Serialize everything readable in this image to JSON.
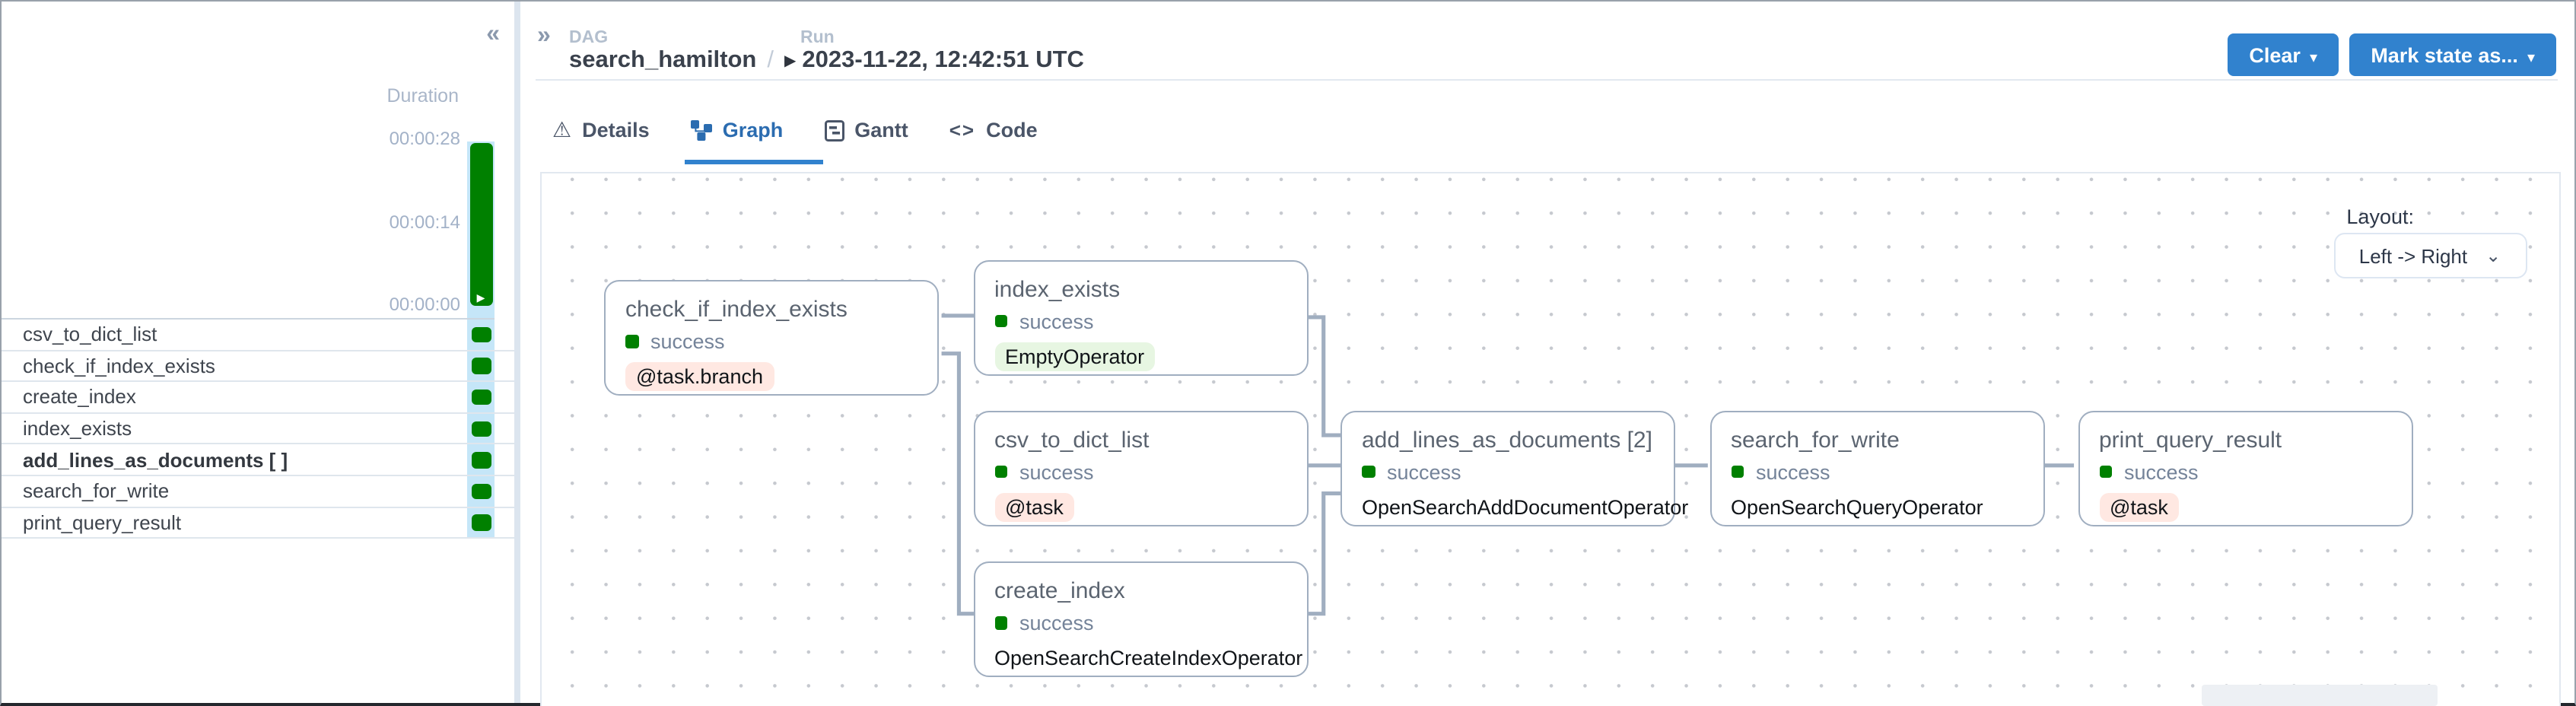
{
  "icons": {
    "collapse": "«",
    "expand": "»",
    "warning": "⚠",
    "code_glyph": "<>",
    "caret_down": "▾",
    "select_caret": "⌄",
    "play": "▶",
    "slash": "/"
  },
  "header": {
    "dag_label": "DAG",
    "dag_name": "search_hamilton",
    "run_label": "Run",
    "run_date": "2023-11-22, 12:42:51 UTC",
    "clear_label": "Clear",
    "mark_label": "Mark state as..."
  },
  "sidebar": {
    "duration_label": "Duration",
    "ticks": [
      "00:00:28",
      "00:00:14",
      "00:00:00"
    ],
    "tasks": [
      {
        "name": "csv_to_dict_list",
        "bold": false,
        "state": "success"
      },
      {
        "name": "check_if_index_exists",
        "bold": false,
        "state": "success"
      },
      {
        "name": "create_index",
        "bold": false,
        "state": "success"
      },
      {
        "name": "index_exists",
        "bold": false,
        "state": "success"
      },
      {
        "name": "add_lines_as_documents [ ]",
        "bold": true,
        "state": "success"
      },
      {
        "name": "search_for_write",
        "bold": false,
        "state": "success"
      },
      {
        "name": "print_query_result",
        "bold": false,
        "state": "success"
      }
    ]
  },
  "tabs": [
    {
      "id": "details",
      "label": "Details",
      "active": false
    },
    {
      "id": "graph",
      "label": "Graph",
      "active": true
    },
    {
      "id": "gantt",
      "label": "Gantt",
      "active": false
    },
    {
      "id": "code",
      "label": "Code",
      "active": false
    }
  ],
  "graph": {
    "layout_label": "Layout:",
    "layout_value": "Left -> Right",
    "nodes": [
      {
        "id": "check_if_index_exists",
        "title": "check_if_index_exists",
        "state": "success",
        "operator": "@task.branch",
        "operator_style": "pink"
      },
      {
        "id": "index_exists",
        "title": "index_exists",
        "state": "success",
        "operator": "EmptyOperator",
        "operator_style": "green"
      },
      {
        "id": "csv_to_dict_list",
        "title": "csv_to_dict_list",
        "state": "success",
        "operator": "@task",
        "operator_style": "pink"
      },
      {
        "id": "create_index",
        "title": "create_index",
        "state": "success",
        "operator": "OpenSearchCreateIndexOperator",
        "operator_style": "plain"
      },
      {
        "id": "add_lines_as_documents",
        "title": "add_lines_as_documents [2]",
        "state": "success",
        "operator": "OpenSearchAddDocumentOperator",
        "operator_style": "plain"
      },
      {
        "id": "search_for_write",
        "title": "search_for_write",
        "state": "success",
        "operator": "OpenSearchQueryOperator",
        "operator_style": "plain"
      },
      {
        "id": "print_query_result",
        "title": "print_query_result",
        "state": "success",
        "operator": "@task",
        "operator_style": "pink"
      }
    ]
  },
  "colors": {
    "success_green": "#008000",
    "accent_blue": "#3182ce",
    "tab_active_blue": "#2b6cb0",
    "pill_pink": "#ffe8e2",
    "pill_green": "#e7f6e2",
    "edge_gray": "#a0aec0",
    "strip_blue": "#c5e6f8"
  }
}
